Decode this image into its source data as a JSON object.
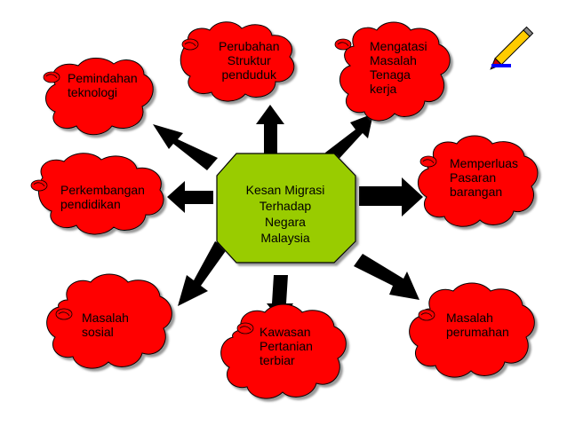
{
  "center": {
    "label": "Kesan Migrasi\nTerhadap\nNegara\nMalaysia",
    "fill": "#99cc00"
  },
  "clouds": [
    {
      "key": "pemindahan",
      "label": "Pemindahan\nteknologi"
    },
    {
      "key": "perubahan",
      "label": "Perubahan\nStruktur\npenduduk"
    },
    {
      "key": "mengatasi",
      "label": "Mengatasi\nMasalah\nTenaga\nkerja"
    },
    {
      "key": "perkembangan",
      "label": "Perkembangan\npendidikan"
    },
    {
      "key": "memperluas",
      "label": "Memperluas\nPasaran\nbarangan"
    },
    {
      "key": "masalah-sosial",
      "label": "Masalah\nsosial"
    },
    {
      "key": "kawasan",
      "label": "Kawasan\nPertanian\nterbiar"
    },
    {
      "key": "masalah-perumahan",
      "label": "Masalah\nperumahan"
    }
  ],
  "colors": {
    "cloud": "#ff0000",
    "arrow": "#000000",
    "pencil_body": "#ffcc00",
    "pencil_tip": "#cc0000",
    "pencil_base": "#0000ff"
  },
  "icons": {
    "pencil": "pencil-icon"
  }
}
